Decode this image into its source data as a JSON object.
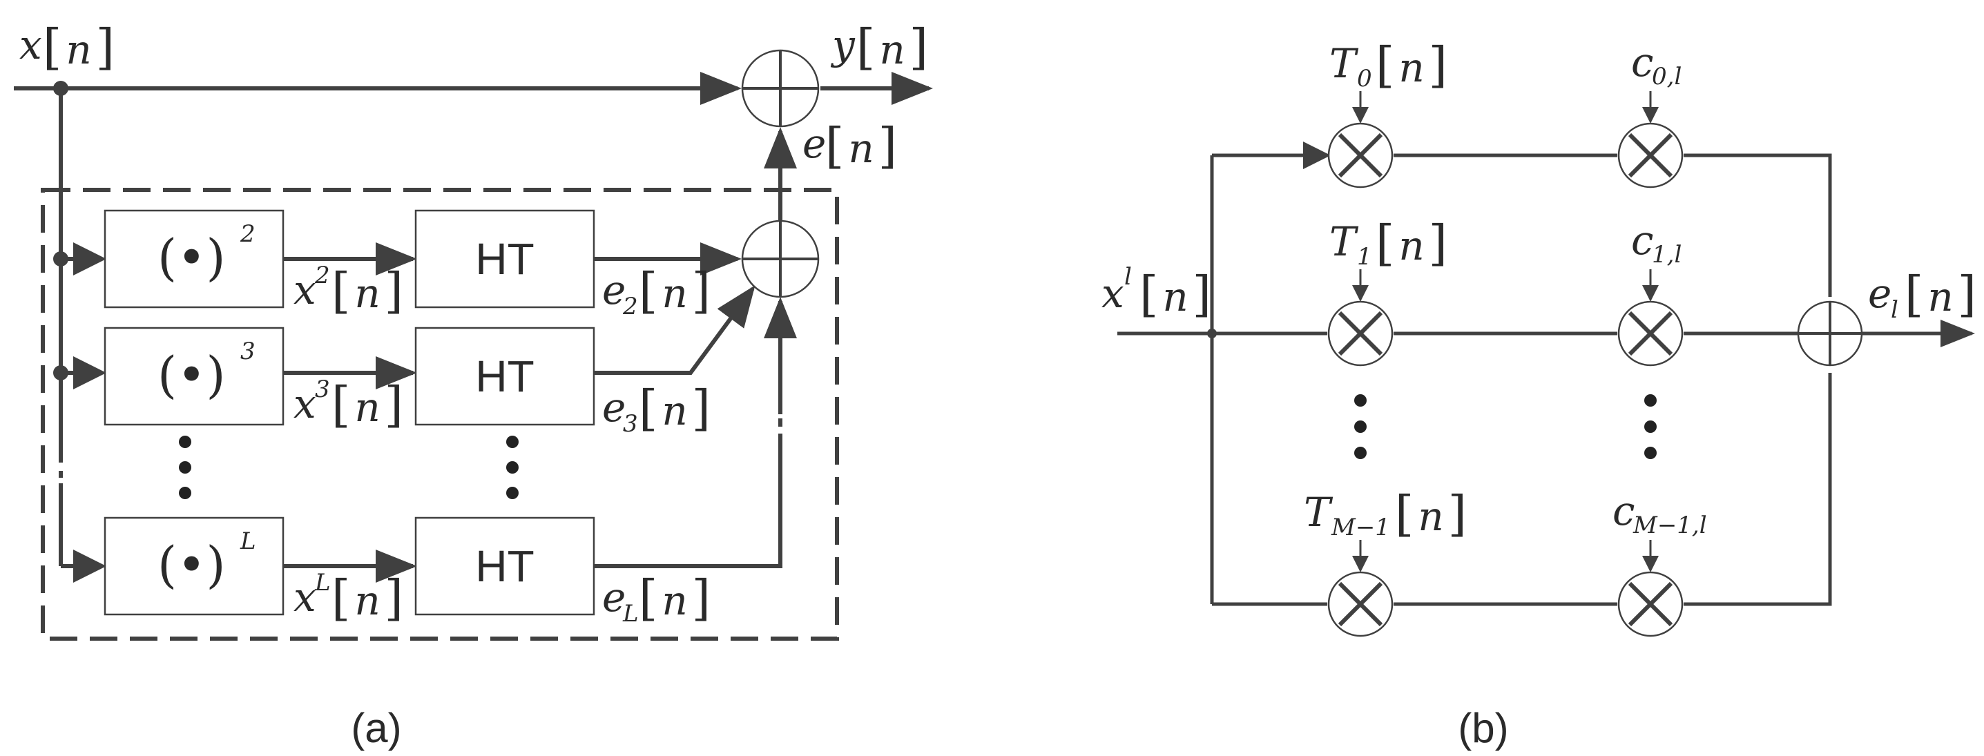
{
  "panel_a": {
    "caption": "(a)",
    "input_label": {
      "main": "x",
      "arg": "n"
    },
    "output_label": {
      "main": "y",
      "arg": "n"
    },
    "error_label": {
      "main": "e",
      "arg": "n"
    },
    "box_operator": "(•)",
    "box_exponents": [
      "2",
      "3",
      "L"
    ],
    "ht_label": "HT",
    "ht_inputs": [
      {
        "main": "x",
        "sup": "2",
        "arg": "n"
      },
      {
        "main": "x",
        "sup": "3",
        "arg": "n"
      },
      {
        "main": "x",
        "sup": "L",
        "arg": "n"
      }
    ],
    "ht_outputs": [
      {
        "main": "e",
        "sub": "2",
        "arg": "n"
      },
      {
        "main": "e",
        "sub": "3",
        "arg": "n"
      },
      {
        "main": "e",
        "sub": "L",
        "arg": "n"
      }
    ]
  },
  "panel_b": {
    "caption": "(b)",
    "input_label": {
      "main": "x",
      "sup": "l",
      "arg": "n"
    },
    "output_label": {
      "main": "e",
      "sub": "l",
      "arg": "n"
    },
    "t_labels": [
      {
        "main": "T",
        "sub": "0",
        "arg": "n"
      },
      {
        "main": "T",
        "sub": "1",
        "arg": "n"
      },
      {
        "main": "T",
        "sub": "M−1",
        "arg": "n"
      }
    ],
    "c_labels": [
      {
        "main": "c",
        "sub": "0,l"
      },
      {
        "main": "c",
        "sub": "1,l"
      },
      {
        "main": "c",
        "sub": "M−1,l"
      }
    ]
  }
}
